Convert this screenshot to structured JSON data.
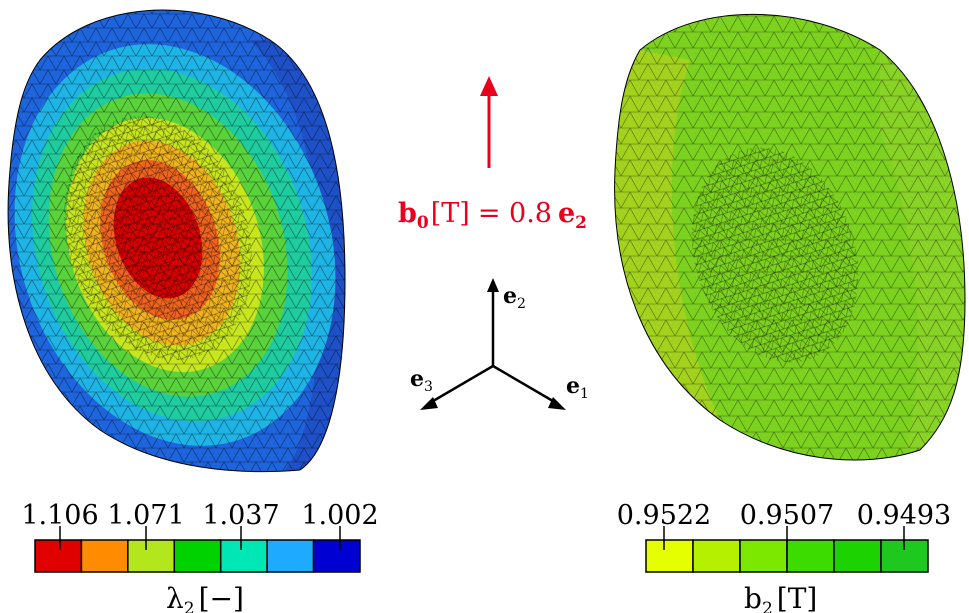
{
  "field_text": {
    "b": "b",
    "sub0": "0",
    "unit": "[T]",
    "equals": "= 0.8",
    "e": "e",
    "sub2": "2"
  },
  "field_arrow_color": "#e8001c",
  "axes": {
    "e1": {
      "letter": "e",
      "sub": "1"
    },
    "e2": {
      "letter": "e",
      "sub": "2"
    },
    "e3": {
      "letter": "e",
      "sub": "3"
    }
  },
  "left_legend": {
    "ticks": [
      "1.106",
      "1.071",
      "1.037",
      "1.002"
    ],
    "colors": [
      "#e00000",
      "#ff8c00",
      "#b4e61e",
      "#00d200",
      "#00e6b4",
      "#1eaaff",
      "#0000d2"
    ],
    "label_symbol": "λ",
    "label_sub": "2",
    "label_unit": "[−]"
  },
  "right_legend": {
    "ticks": [
      "0.9522",
      "0.9507",
      "0.9493"
    ],
    "colors": [
      "#e6ff00",
      "#b4f000",
      "#7ce800",
      "#3cdc00",
      "#1cd200",
      "#1ec81e"
    ],
    "label_symbol": "b",
    "label_sub": "2",
    "label_unit": "[T]"
  },
  "left_body_colors": {
    "core": "#d80000",
    "ring1": "#f0641e",
    "ring2": "#f0b41e",
    "ring3": "#c8e61e",
    "ring4": "#5ad23c",
    "ring5": "#1ecca0",
    "ring6": "#1eb4e6",
    "outer": "#1e64dc",
    "rim": "#1e50c8"
  },
  "right_body_colors": {
    "face": "#7cd21e",
    "left_tint": "#b4d21e",
    "rim": "#8cd228"
  }
}
